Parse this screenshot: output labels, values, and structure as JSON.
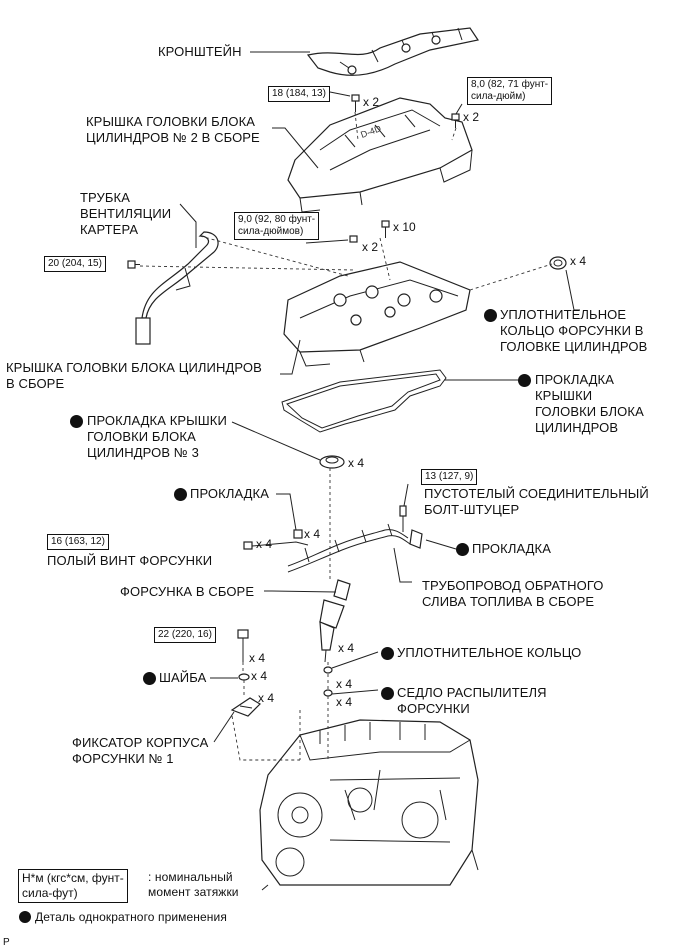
{
  "labels": {
    "bracket": "КРОНШТЕЙН",
    "cover2": "КРЫШКА ГОЛОВКИ БЛОКА\nЦИЛИНДРОВ № 2 В СБОРЕ",
    "vent_tube": "ТРУБКА\nВЕНТИЛЯЦИИ\nКАРТЕРА",
    "head_cover": "КРЫШКА ГОЛОВКИ БЛОКА ЦИЛИНДРОВ\nВ СБОРЕ",
    "injector_seal_ring": "УПЛОТНИТЕЛЬНОЕ\nКОЛЬЦО ФОРСУНКИ В\nГОЛОВКЕ ЦИЛИНДРОВ",
    "cover_gasket": "ПРОКЛАДКА\nКРЫШКИ\nГОЛОВКИ БЛОКА\nЦИЛИНДРОВ",
    "cover_gasket3": "ПРОКЛАДКА КРЫШКИ\nГОЛОВКИ БЛОКА\nЦИЛИНДРОВ № 3",
    "gasket_left": "ПРОКЛАДКА",
    "union_bolt": "ПУСТОТЕЛЫЙ СОЕДИНИТЕЛЬНЫЙ\nБОЛТ-ШТУЦЕР",
    "gasket_right": "ПРОКЛАДКА",
    "injector_hollow_screw": "ПОЛЫЙ ВИНТ ФОРСУНКИ",
    "return_pipe": "ТРУБОПРОВОД ОБРАТНОГО\nСЛИВА ТОПЛИВА В СБОРЕ",
    "injector": "ФОРСУНКА В СБОРЕ",
    "o_ring": "УПЛОТНИТЕЛЬНОЕ КОЛЬЦО",
    "washer": "ШАЙБА",
    "nozzle_seat": "СЕДЛО РАСПЫЛИТЕЛЯ\nФОРСУНКИ",
    "clamp": "ФИКСАТОР КОРПУСА\nФОРСУНКИ № 1"
  },
  "torque": {
    "t18": "18 (184, 13)",
    "t8": "8,0 (82, 71 фунт-\nсила-дюйм)",
    "t9": "9,0 (92, 80 фунт-\nсила-дюймов)",
    "t20": "20 (204, 15)",
    "t13": "13 (127, 9)",
    "t16": "16 (163, 12)",
    "t22": "22 (220, 16)"
  },
  "quantities": {
    "q_t18": "x 2",
    "q_t8": "x 2",
    "q_t9_top": "x 10",
    "q_t9_bottom": "x 2",
    "q_seal_ring": "x 4",
    "q_gasket3": "x 4",
    "q_gasket_left": "x 4",
    "q_hollow_screw": "x 4",
    "q_t22": "x 4",
    "q_washer": "x 4",
    "q_o_ring": "x 4",
    "q_clamp": "x 4",
    "q_nozzle_seat": "x 4",
    "q_seat_below": "x 4"
  },
  "legend": {
    "torque_key": "Н*м (кгс*см, фунт-\nсила-фут)",
    "torque_desc": ": номинальный\nмомент затяжки",
    "single_use": "Деталь однократного применения"
  },
  "corner_letter": "P"
}
